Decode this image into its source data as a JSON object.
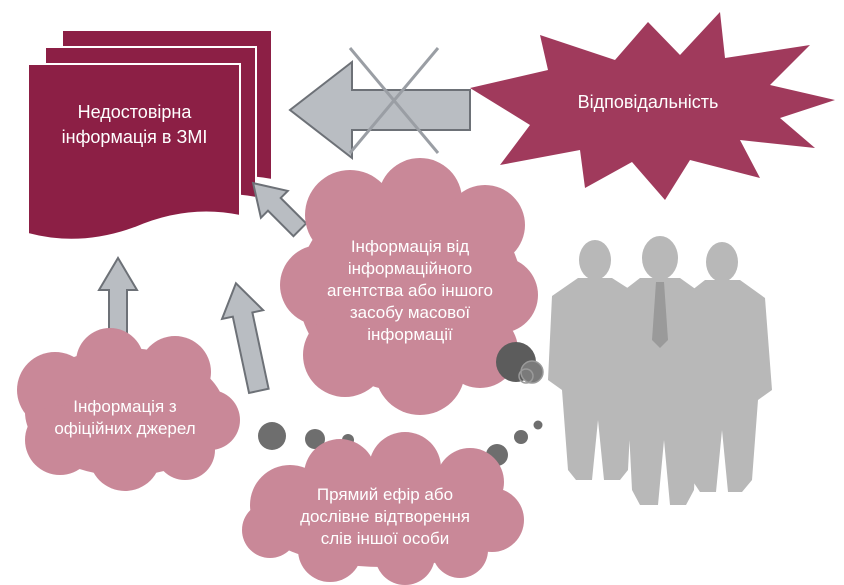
{
  "colors": {
    "document_fill": "#8c1f45",
    "cloud_fill": "#c98898",
    "star_fill": "#a03a5c",
    "arrow_fill": "#b9bdc2",
    "arrow_stroke": "#6d7177",
    "dots_fill": "#6e6e6e",
    "people_fill": "#b8b8b8",
    "text": "#ffffff"
  },
  "document": {
    "lines": [
      "Недостовірна",
      "інформація в ЗМІ"
    ]
  },
  "responsibility": {
    "label": "Відповідальність",
    "crossed_out": true
  },
  "agency_cloud": {
    "lines": [
      "Інформація від",
      "інформаційного",
      "агентства або іншого",
      "засобу масової",
      "інформації"
    ]
  },
  "official_cloud": {
    "lines": [
      "Інформація з",
      "офіційних джерел"
    ]
  },
  "live_cloud": {
    "lines": [
      "Прямий ефір або",
      "дослівне відтворення",
      "слів іншої особи"
    ]
  },
  "people": {
    "icon": "group-of-people-silhouette",
    "count": 3
  }
}
